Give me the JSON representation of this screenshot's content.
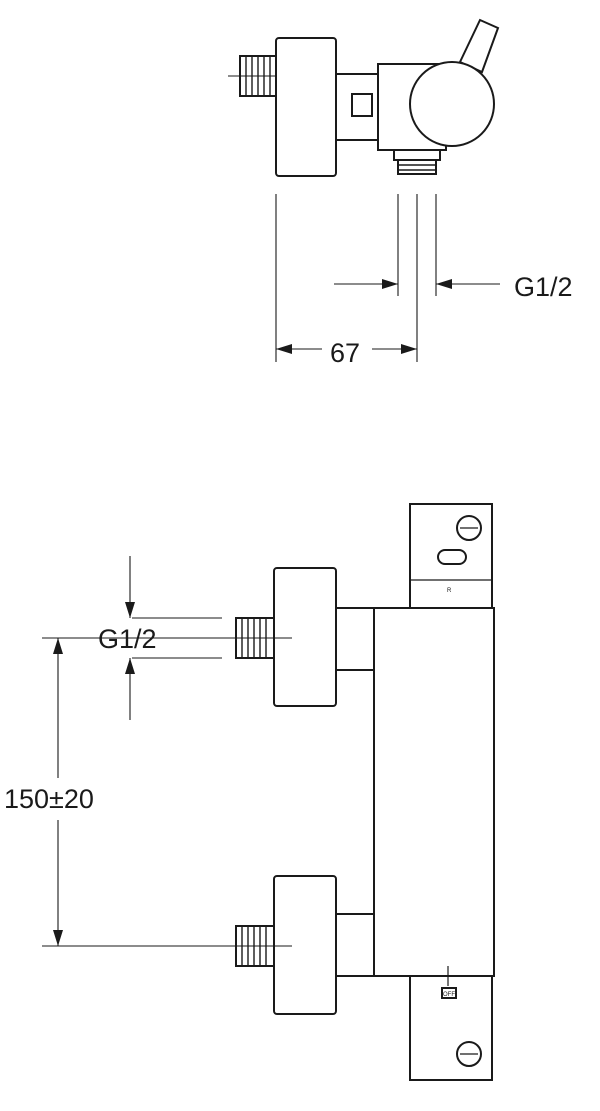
{
  "top_view": {
    "dim_thread": "G1/2",
    "dim_offset": "67"
  },
  "front_view": {
    "dim_thread": "G1/2",
    "dim_centers": "150±20",
    "mark_upper": "R",
    "mark_lower": "OFF"
  }
}
